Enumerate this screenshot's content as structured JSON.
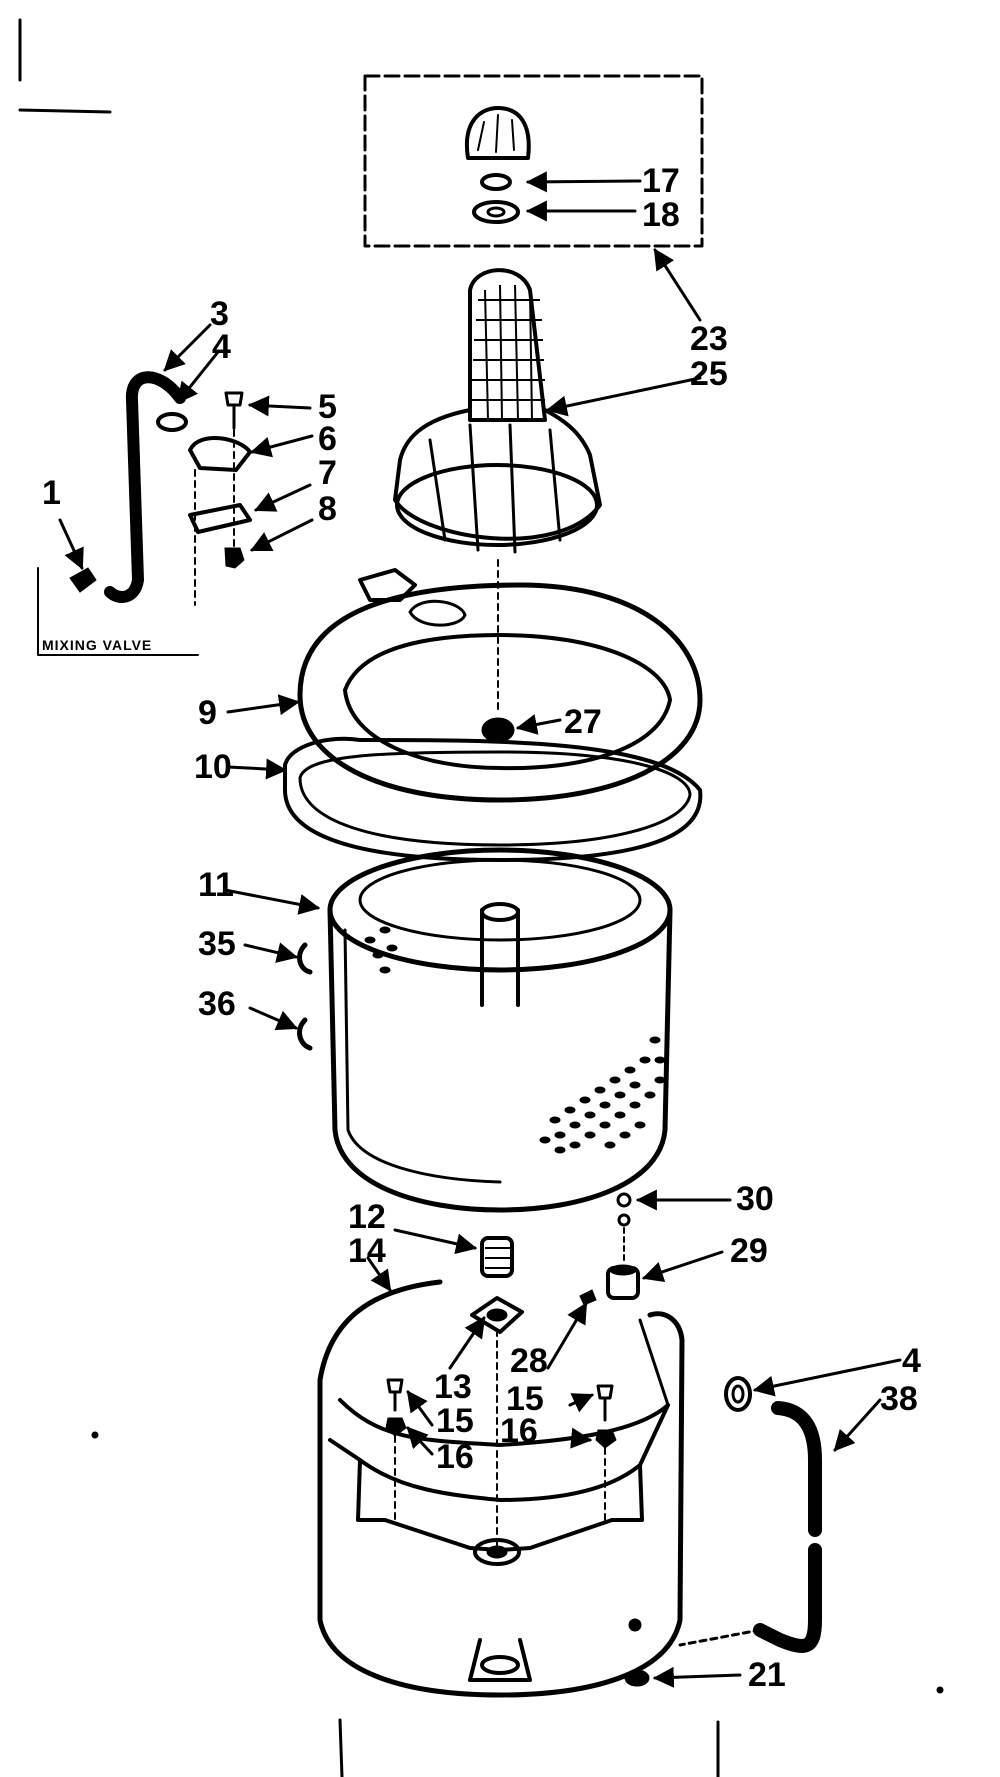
{
  "title": "",
  "mixing_valve_label": "MIXING VALVE",
  "callouts": {
    "p1": "1",
    "p3": "3",
    "p4_top": "4",
    "p5": "5",
    "p6": "6",
    "p7": "7",
    "p8": "8",
    "p9": "9",
    "p10": "10",
    "p11": "11",
    "p12": "12",
    "p13": "13",
    "p14": "14",
    "p15_left": "15",
    "p15_right": "15",
    "p16_left": "16",
    "p16_right": "16",
    "p17": "17",
    "p18": "18",
    "p21": "21",
    "p23": "23",
    "p25": "25",
    "p27": "27",
    "p28": "28",
    "p29": "29",
    "p30": "30",
    "p35": "35",
    "p36": "36",
    "p4_bottom": "4",
    "p38": "38"
  }
}
